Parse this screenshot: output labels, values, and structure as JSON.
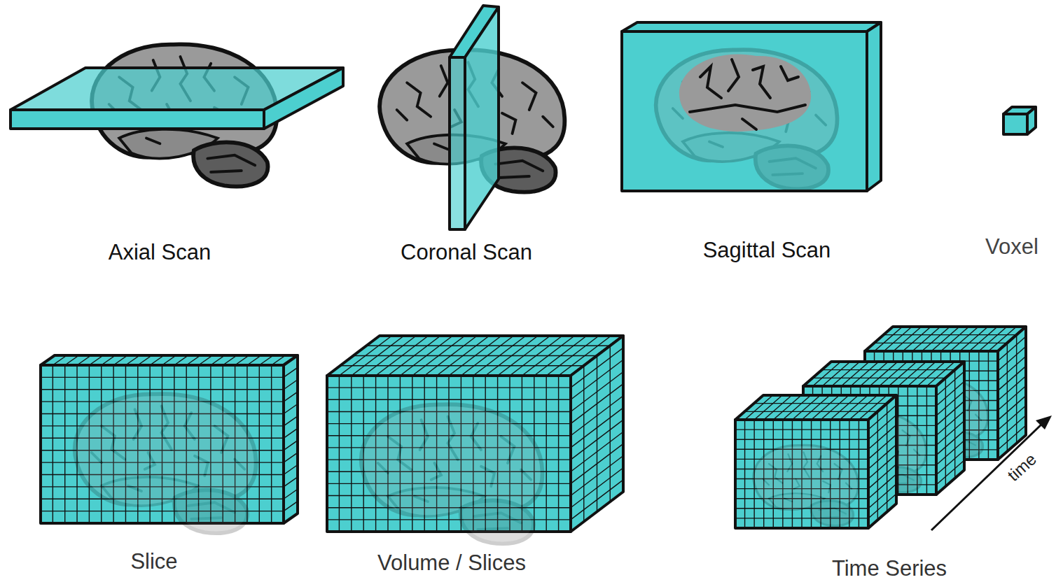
{
  "diagram": {
    "labels": [
      "Axial Scan",
      "Coronal Scan",
      "Sagittal Scan",
      "Voxel",
      "Slice",
      "Volume / Slices",
      "Time Series",
      "time"
    ]
  }
}
